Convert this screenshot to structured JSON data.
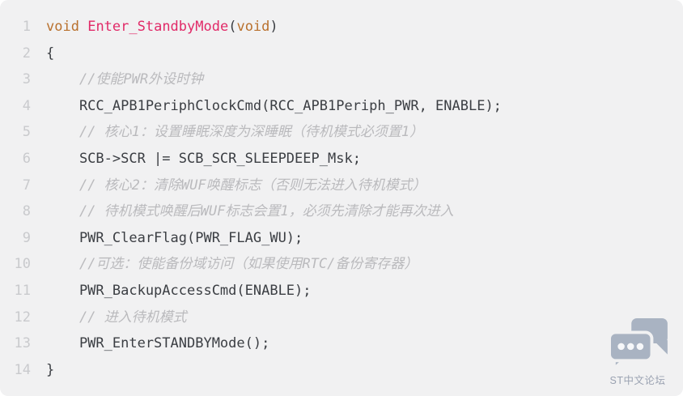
{
  "colors": {
    "background": "#f1f1f2",
    "page_background": "#ffffff",
    "code_default": "#3b3e43",
    "keyword": "#b9712e",
    "function_name": "#e12a68",
    "comment": "#bababd",
    "line_number": "#c9cacd",
    "watermark_icon": "#a9b3c2",
    "watermark_text": "#9aa2b1"
  },
  "watermark": {
    "icon": "chat-bubbles-icon",
    "label": "ST中文论坛"
  },
  "code": {
    "language": "c",
    "lines": [
      {
        "num": "1",
        "tokens": [
          {
            "text": "void",
            "type": "keyword"
          },
          {
            "text": " ",
            "type": "plain"
          },
          {
            "text": "Enter_StandbyMode",
            "type": "function"
          },
          {
            "text": "(",
            "type": "plain"
          },
          {
            "text": "void",
            "type": "keyword"
          },
          {
            "text": ")",
            "type": "plain"
          }
        ]
      },
      {
        "num": "2",
        "tokens": [
          {
            "text": "{",
            "type": "plain"
          }
        ]
      },
      {
        "num": "3",
        "tokens": [
          {
            "text": "    ",
            "type": "plain"
          },
          {
            "text": "//使能PWR外设时钟",
            "type": "comment"
          }
        ]
      },
      {
        "num": "4",
        "tokens": [
          {
            "text": "    RCC_APB1PeriphClockCmd(RCC_APB1Periph_PWR, ENABLE);",
            "type": "plain"
          }
        ]
      },
      {
        "num": "5",
        "tokens": [
          {
            "text": "    ",
            "type": "plain"
          },
          {
            "text": "// 核心1：设置睡眠深度为深睡眠（待机模式必须置1）",
            "type": "comment"
          }
        ]
      },
      {
        "num": "6",
        "tokens": [
          {
            "text": "    SCB->SCR |= SCB_SCR_SLEEPDEEP_Msk;",
            "type": "plain"
          }
        ]
      },
      {
        "num": "7",
        "tokens": [
          {
            "text": "    ",
            "type": "plain"
          },
          {
            "text": "// 核心2：清除WUF唤醒标志（否则无法进入待机模式）",
            "type": "comment"
          }
        ]
      },
      {
        "num": "8",
        "tokens": [
          {
            "text": "    ",
            "type": "plain"
          },
          {
            "text": "// 待机模式唤醒后WUF标志会置1，必须先清除才能再次进入",
            "type": "comment"
          }
        ]
      },
      {
        "num": "9",
        "tokens": [
          {
            "text": "    PWR_ClearFlag(PWR_FLAG_WU);",
            "type": "plain"
          }
        ]
      },
      {
        "num": "10",
        "tokens": [
          {
            "text": "    ",
            "type": "plain"
          },
          {
            "text": "//可选：使能备份域访问（如果使用RTC/备份寄存器）",
            "type": "comment"
          }
        ]
      },
      {
        "num": "11",
        "tokens": [
          {
            "text": "    PWR_BackupAccessCmd(ENABLE);",
            "type": "plain"
          }
        ]
      },
      {
        "num": "12",
        "tokens": [
          {
            "text": "    ",
            "type": "plain"
          },
          {
            "text": "// 进入待机模式",
            "type": "comment"
          }
        ]
      },
      {
        "num": "13",
        "tokens": [
          {
            "text": "    PWR_EnterSTANDBYMode();",
            "type": "plain"
          }
        ]
      },
      {
        "num": "14",
        "tokens": [
          {
            "text": "}",
            "type": "plain"
          }
        ]
      }
    ]
  }
}
